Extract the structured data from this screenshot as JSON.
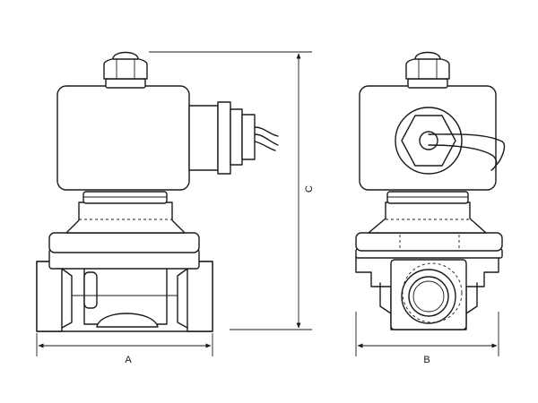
{
  "dimensions": {
    "width_label": "A",
    "side_width_label": "B",
    "height_label": "C"
  }
}
